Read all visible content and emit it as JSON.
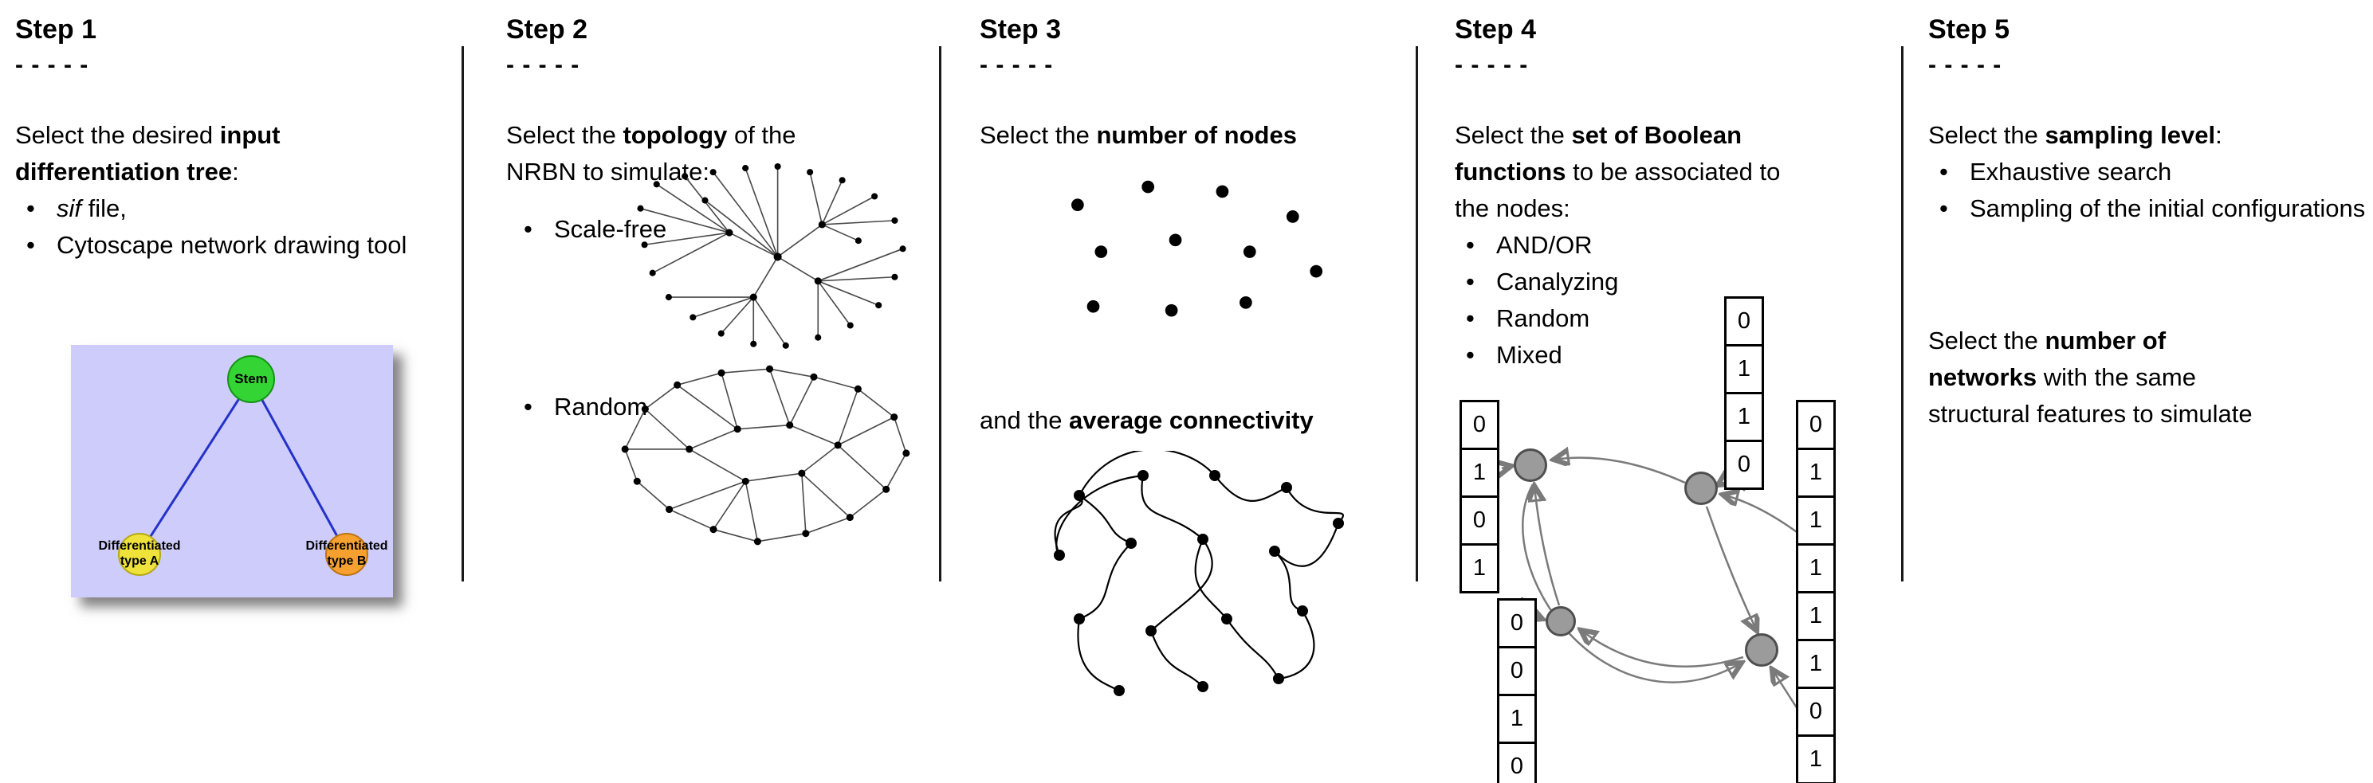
{
  "ui": {
    "bullet": "•"
  },
  "steps": {
    "s1": {
      "title": "Step 1",
      "dashes": "- - - - -",
      "intro": {
        "l1t": "Select the desired ",
        "l1b": "input",
        "l2b": "differentiation tree",
        "l2t": ":"
      },
      "bullet_sif": {
        "italic": "sif",
        "rest": " file,"
      },
      "bullet_cytoscape": "Cytoscape network drawing tool",
      "tree": {
        "root": "Stem",
        "leaf_a": "Differentiated type A",
        "leaf_b": "Differentiated type B",
        "colors": {
          "root": "#35d435",
          "leaf_a": "#efe23b",
          "leaf_b": "#f6a12f",
          "edge": "#2431c8",
          "background": "#cdccfb"
        }
      }
    },
    "s2": {
      "title": "Step 2",
      "dashes": "- - - - -",
      "intro": {
        "l1t": "Select the ",
        "l1b": "topology",
        "l1t2": " of the",
        "l2": "NRBN to simulate:"
      },
      "bullets": [
        "Scale-free",
        "Random"
      ]
    },
    "s3": {
      "title": "Step 3",
      "dashes": "- - - - -",
      "line1": {
        "t": "Select the ",
        "b": "number of nodes"
      },
      "line2": {
        "t": "and the ",
        "b": "average connectivity"
      }
    },
    "s4": {
      "title": "Step 4",
      "dashes": "- - - - -",
      "intro": {
        "l1t": "Select the ",
        "l1b": "set of Boolean",
        "l2b": "functions",
        "l2t": " to be associated to",
        "l3": "the nodes:"
      },
      "bullets": [
        "AND/OR",
        "Canalyzing",
        "Random",
        "Mixed"
      ],
      "tables": {
        "left": [
          "0",
          "1",
          "0",
          "1"
        ],
        "top": [
          "0",
          "1",
          "1",
          "0"
        ],
        "bottom_left": [
          "0",
          "0",
          "1",
          "0"
        ],
        "right": [
          "0",
          "1",
          "1",
          "1",
          "1",
          "1",
          "0",
          "1"
        ]
      }
    },
    "s5": {
      "title": "Step 5",
      "dashes": "- - - - -",
      "para1": {
        "t": "Select the ",
        "b": "sampling level",
        "t2": ":"
      },
      "bullets": [
        "Exhaustive search",
        "Sampling of the initial configurations"
      ],
      "para2": {
        "l1t": "Select the ",
        "l1b": "number of",
        "l2b": "networks",
        "l2t": " with the same",
        "l3": "structural features to simulate"
      }
    }
  }
}
